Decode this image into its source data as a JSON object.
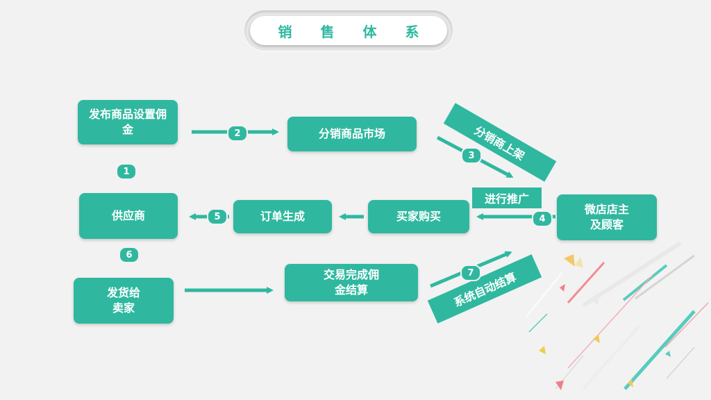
{
  "title": [
    "销",
    "售",
    "体",
    "系"
  ],
  "nodes": {
    "publish": "发布商品设置佣金",
    "market": "分销商品市场",
    "supplier": "供应商",
    "order": "订单生成",
    "buyer": "买家购买",
    "shop_owner": "微店店主及顾客",
    "ship": "发货给卖家",
    "settle": "交易完成佣金结算"
  },
  "labels": {
    "distributor_listing": "分销商上架",
    "promote": "进行推广",
    "auto_settle": "系统自动结算"
  },
  "steps": [
    "1",
    "2",
    "3",
    "4",
    "5",
    "6",
    "7"
  ],
  "colors": {
    "accent": "#2fb89f",
    "background": "#f2f2f2"
  }
}
